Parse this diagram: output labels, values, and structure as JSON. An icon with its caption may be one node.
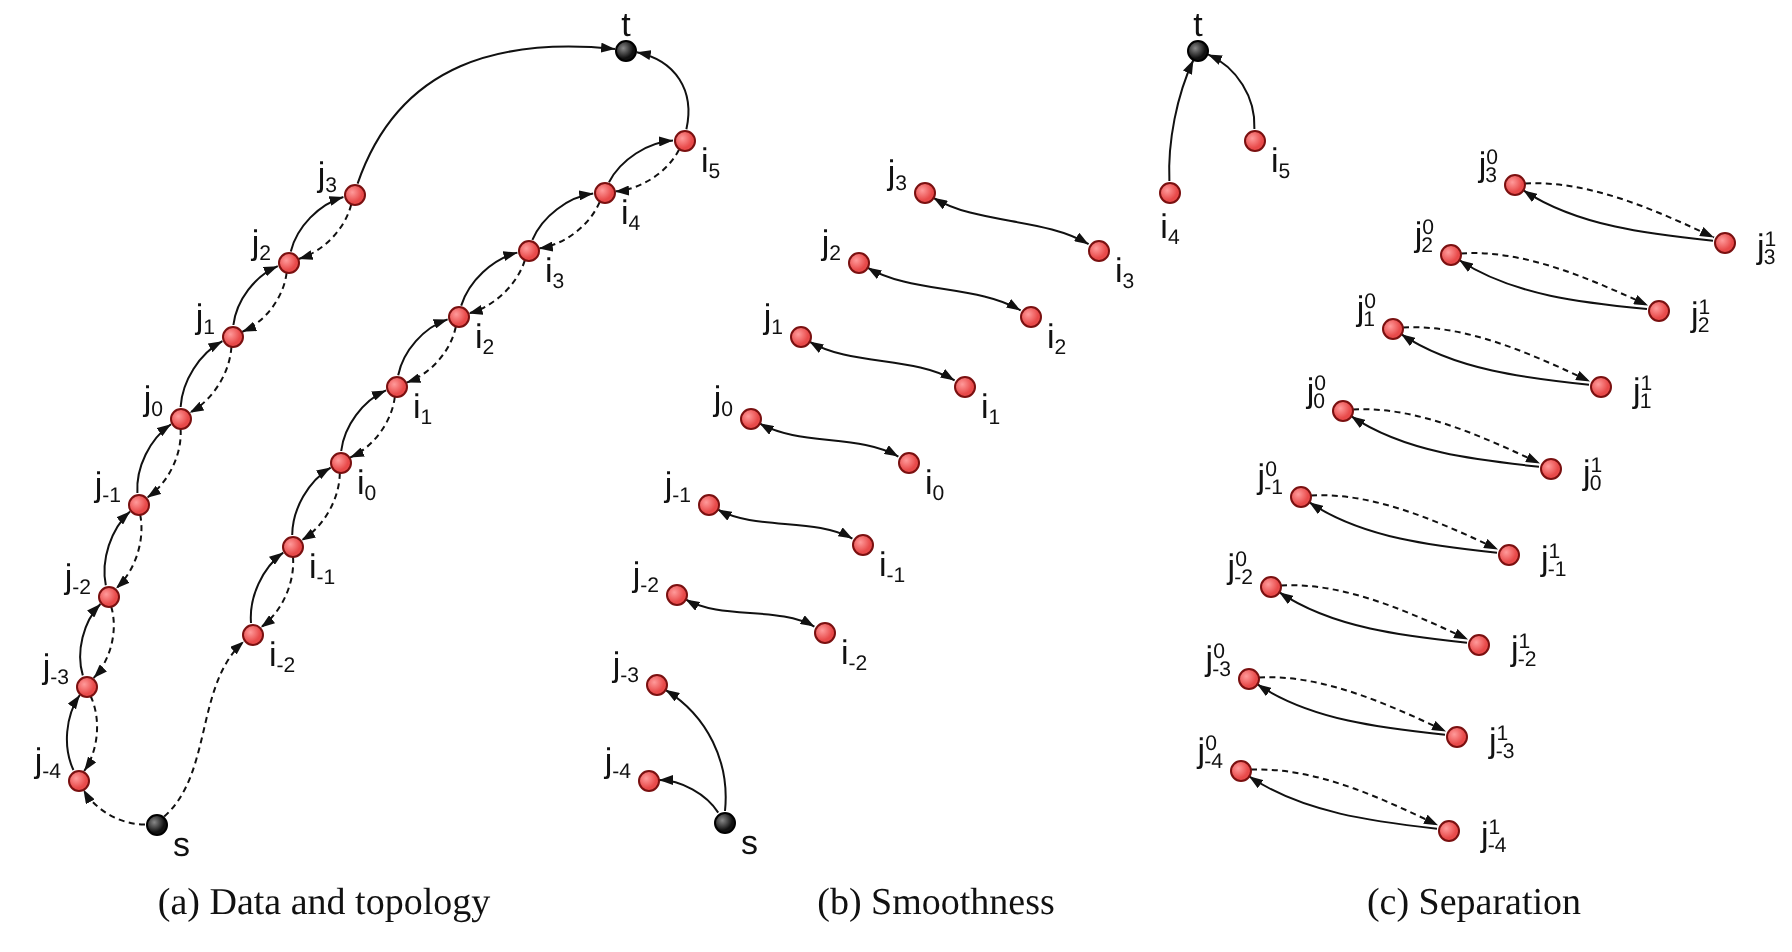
{
  "diagram": {
    "nodes": [
      {
        "text": [
          "t"
        ]
      },
      {
        "text": [
          "j$_{3}$"
        ]
      },
      {
        "text": [
          "j$_{2}$"
        ]
      },
      {
        "text": [
          "j$_{1}$"
        ]
      },
      {
        "text": [
          "j$_{0}$"
        ]
      },
      {
        "text": [
          "j$_{-1}$"
        ]
      },
      {
        "text": [
          "j$_{-2}$"
        ]
      },
      {
        "text": [
          "j$_{-3}$"
        ]
      },
      {
        "text": [
          "j$_{-4}$"
        ]
      },
      {
        "text": [
          "i$_{5}$"
        ]
      },
      {
        "text": [
          "i$_{4}$"
        ]
      },
      {
        "text": [
          "i$_{3}$"
        ]
      },
      {
        "text": [
          "i$_{2}$"
        ]
      },
      {
        "text": [
          "i$_{1}$"
        ]
      },
      {
        "text": [
          "i$_{0}$"
        ]
      },
      {
        "text": [
          "i$_{-1}$"
        ]
      },
      {
        "text": [
          "i$_{-2}$"
        ]
      },
      {
        "text": [
          "s"
        ]
      },
      {
        "text": [
          "j$_{3}$"
        ]
      },
      {
        "text": [
          "i$_{3}$"
        ]
      },
      {
        "text": [
          "j$_{2}$"
        ]
      },
      {
        "text": [
          "i$_{2}$"
        ]
      },
      {
        "text": [
          "j$_{1}$"
        ]
      },
      {
        "text": [
          "i$_{1}$"
        ]
      },
      {
        "text": [
          "j$_{0}$"
        ]
      },
      {
        "text": [
          "i$_{0}$"
        ]
      },
      {
        "text": [
          "j$_{-1}$"
        ]
      },
      {
        "text": [
          "i$_{-1}$"
        ]
      },
      {
        "text": [
          "j$_{-2}$"
        ]
      },
      {
        "text": [
          "i$_{-2}$"
        ]
      },
      {
        "text": [
          "j$_{-3}$"
        ]
      },
      {
        "text": [
          "j$_{-4}$"
        ]
      },
      {
        "text": [
          "s"
        ]
      },
      {
        "text": [
          "t"
        ]
      },
      {
        "text": [
          "i$_{5}$"
        ]
      },
      {
        "text": [
          "i$_{4}$"
        ]
      },
      {
        "text": [
          "j$^{0}$$_{3}$"
        ]
      },
      {
        "text": [
          "j$^{1}$$_{3}$"
        ]
      },
      {
        "text": [
          "j$^{0}$$_{2}$"
        ]
      },
      {
        "text": [
          "j$^{1}$$_{2}$"
        ]
      },
      {
        "text": [
          "j$^{0}$$_{1}$"
        ]
      },
      {
        "text": [
          "j$^{1}$$_{1}$"
        ]
      },
      {
        "text": [
          "j$^{0}$$_{0}$"
        ]
      },
      {
        "text": [
          "j$^{1}$$_{0}$"
        ]
      },
      {
        "text": [
          "j$^{0}$$_{-1}$"
        ]
      },
      {
        "text": [
          "j$^{1}$$_{-1}$"
        ]
      },
      {
        "text": [
          "j$^{0}$$_{-2}$"
        ]
      },
      {
        "text": [
          "j$^{1}$$_{-2}$"
        ]
      },
      {
        "text": [
          "j$^{0}$$_{-3}$"
        ]
      },
      {
        "text": [
          "j$^{1}$$_{-3}$"
        ]
      },
      {
        "text": [
          "j$^{0}$$_{-4}$"
        ]
      },
      {
        "text": [
          "j$^{1}$$_{-4}$"
        ]
      }
    ],
    "edges": [
      {
        "from": 8,
        "to": 7,
        "arrow": "to"
      },
      {
        "from": 7,
        "to": 8,
        "arrow": "to",
        "style": "dashed"
      },
      {
        "from": 7,
        "to": 6,
        "arrow": "to"
      },
      {
        "from": 6,
        "to": 7,
        "arrow": "to",
        "style": "dashed"
      },
      {
        "from": 6,
        "to": 5,
        "arrow": "to"
      },
      {
        "from": 5,
        "to": 6,
        "arrow": "to",
        "style": "dashed"
      },
      {
        "from": 5,
        "to": 4,
        "arrow": "to"
      },
      {
        "from": 4,
        "to": 5,
        "arrow": "to",
        "style": "dashed"
      },
      {
        "from": 4,
        "to": 3,
        "arrow": "to"
      },
      {
        "from": 3,
        "to": 4,
        "arrow": "to",
        "style": "dashed"
      },
      {
        "from": 3,
        "to": 2,
        "arrow": "to"
      },
      {
        "from": 2,
        "to": 3,
        "arrow": "to",
        "style": "dashed"
      },
      {
        "from": 2,
        "to": 1,
        "arrow": "to"
      },
      {
        "from": 1,
        "to": 2,
        "arrow": "to",
        "style": "dashed"
      },
      {
        "from": 1,
        "to": 0,
        "arrow": "to"
      },
      {
        "from": 16,
        "to": 15,
        "arrow": "to"
      },
      {
        "from": 15,
        "to": 16,
        "arrow": "to",
        "style": "dashed"
      },
      {
        "from": 15,
        "to": 14,
        "arrow": "to"
      },
      {
        "from": 14,
        "to": 15,
        "arrow": "to",
        "style": "dashed"
      },
      {
        "from": 14,
        "to": 13,
        "arrow": "to"
      },
      {
        "from": 13,
        "to": 14,
        "arrow": "to",
        "style": "dashed"
      },
      {
        "from": 13,
        "to": 12,
        "arrow": "to"
      },
      {
        "from": 12,
        "to": 13,
        "arrow": "to",
        "style": "dashed"
      },
      {
        "from": 12,
        "to": 11,
        "arrow": "to"
      },
      {
        "from": 11,
        "to": 12,
        "arrow": "to",
        "style": "dashed"
      },
      {
        "from": 11,
        "to": 10,
        "arrow": "to"
      },
      {
        "from": 10,
        "to": 11,
        "arrow": "to",
        "style": "dashed"
      },
      {
        "from": 10,
        "to": 9,
        "arrow": "to"
      },
      {
        "from": 9,
        "to": 10,
        "arrow": "to",
        "style": "dashed"
      },
      {
        "from": 9,
        "to": 0,
        "arrow": "to"
      },
      {
        "from": 17,
        "to": 8,
        "arrow": "to",
        "style": "dashed"
      },
      {
        "from": 17,
        "to": 16,
        "arrow": "to",
        "style": "dashed"
      },
      {
        "from": 18,
        "to": 19,
        "arrow": "both"
      },
      {
        "from": 20,
        "to": 21,
        "arrow": "both"
      },
      {
        "from": 22,
        "to": 23,
        "arrow": "both"
      },
      {
        "from": 24,
        "to": 25,
        "arrow": "both"
      },
      {
        "from": 26,
        "to": 27,
        "arrow": "both"
      },
      {
        "from": 28,
        "to": 29,
        "arrow": "both"
      },
      {
        "from": 32,
        "to": 30,
        "arrow": "to"
      },
      {
        "from": 32,
        "to": 31,
        "arrow": "to"
      },
      {
        "from": 35,
        "to": 33,
        "arrow": "to"
      },
      {
        "from": 34,
        "to": 33,
        "arrow": "to"
      },
      {
        "from": 36,
        "to": 37,
        "arrow": "to",
        "style": "dashed"
      },
      {
        "from": 37,
        "to": 36,
        "arrow": "to"
      },
      {
        "from": 38,
        "to": 39,
        "arrow": "to",
        "style": "dashed"
      },
      {
        "from": 39,
        "to": 38,
        "arrow": "to"
      },
      {
        "from": 40,
        "to": 41,
        "arrow": "to",
        "style": "dashed"
      },
      {
        "from": 41,
        "to": 40,
        "arrow": "to"
      },
      {
        "from": 42,
        "to": 43,
        "arrow": "to",
        "style": "dashed"
      },
      {
        "from": 43,
        "to": 42,
        "arrow": "to"
      },
      {
        "from": 44,
        "to": 45,
        "arrow": "to",
        "style": "dashed"
      },
      {
        "from": 45,
        "to": 44,
        "arrow": "to"
      },
      {
        "from": 46,
        "to": 47,
        "arrow": "to",
        "style": "dashed"
      },
      {
        "from": 47,
        "to": 46,
        "arrow": "to"
      },
      {
        "from": 48,
        "to": 49,
        "arrow": "to",
        "style": "dashed"
      },
      {
        "from": 49,
        "to": 48,
        "arrow": "to"
      },
      {
        "from": 50,
        "to": 51,
        "arrow": "to",
        "style": "dashed"
      },
      {
        "from": 51,
        "to": 50,
        "arrow": "to"
      }
    ],
    "labels": [
      "(a) Data and topology",
      "(b) Smoothness",
      "(c) Separation"
    ]
  }
}
